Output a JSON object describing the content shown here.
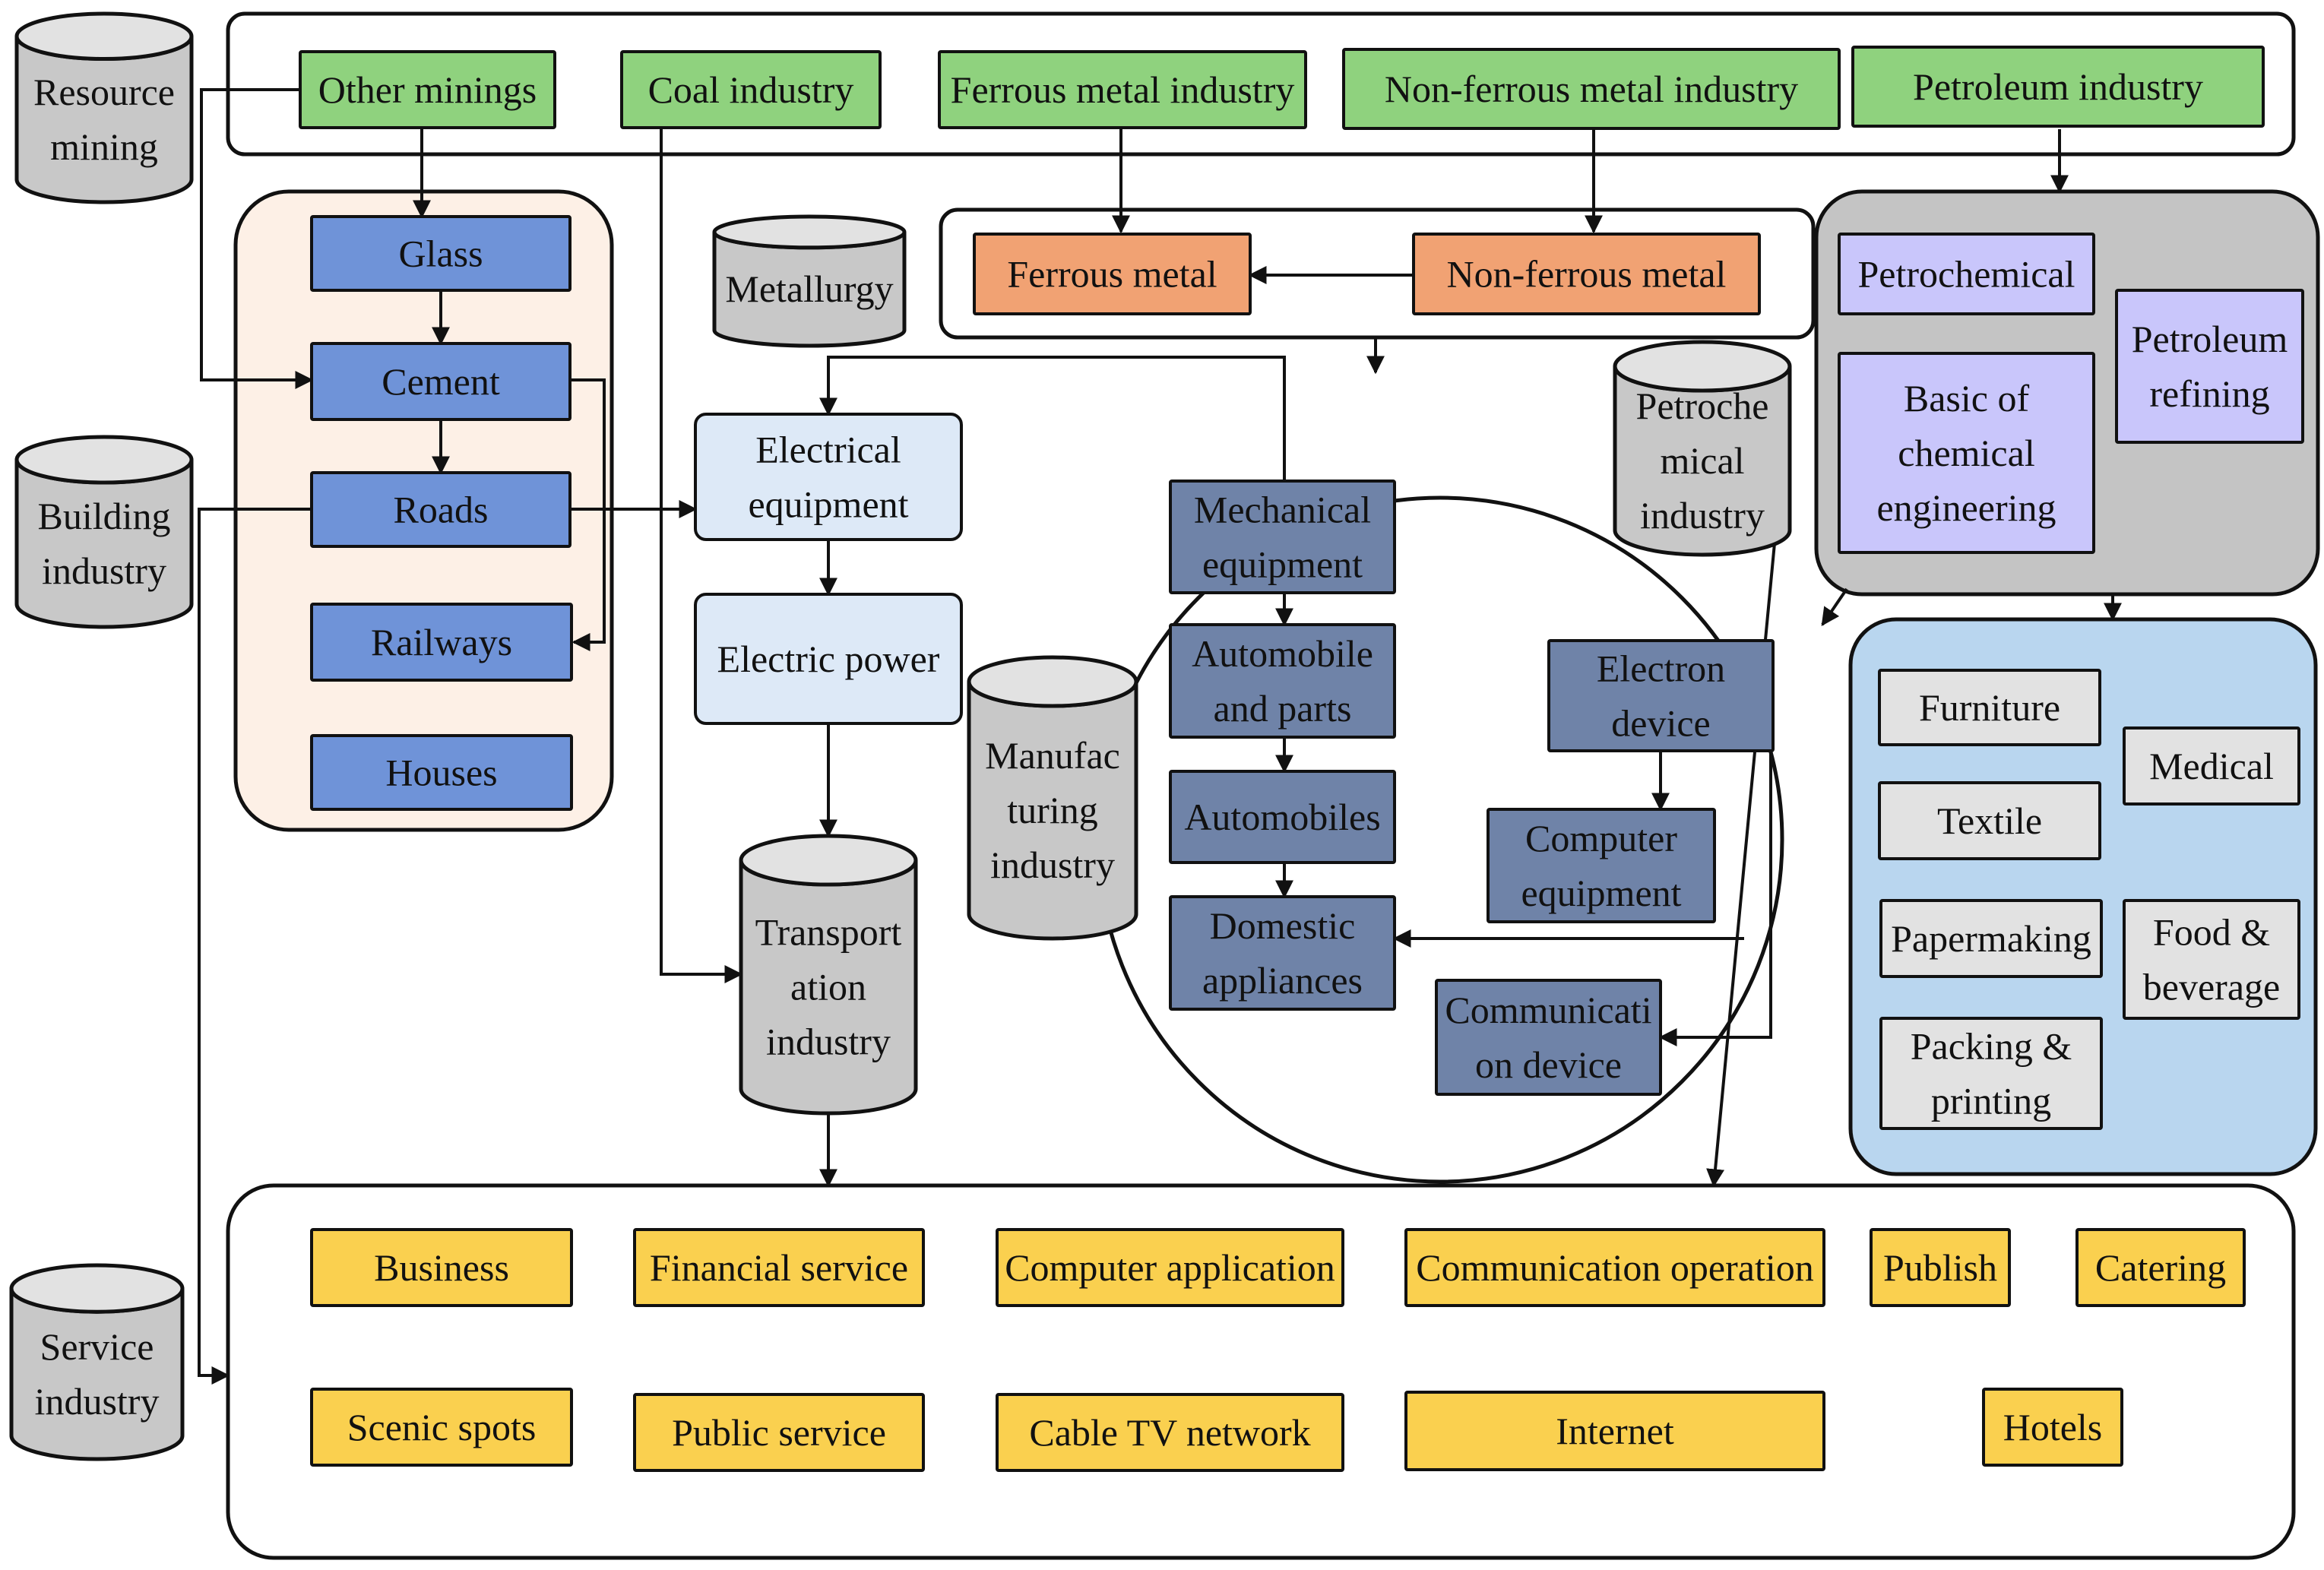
{
  "containers": {
    "top": "",
    "building": "",
    "metal": "",
    "manufacturing_circle": "",
    "petroleum": "",
    "light": "",
    "service": ""
  },
  "cylinders": {
    "resource_mining": [
      "Resource",
      "mining"
    ],
    "building_industry": [
      "Building",
      "industry"
    ],
    "service_industry": [
      "Service",
      "industry"
    ],
    "metallurgy": [
      "Metallurgy"
    ],
    "manufacturing_industry": [
      "Manufac",
      "turing",
      "industry"
    ],
    "transportation_industry": [
      "Transport",
      "ation",
      "industry"
    ],
    "petrochemical_industry": [
      "Petroche",
      "mical",
      "industry"
    ]
  },
  "mining": {
    "other_minings": [
      "Other minings"
    ],
    "coal_industry": [
      "Coal industry"
    ],
    "ferrous_metal_industry": [
      "Ferrous metal industry"
    ],
    "non_ferrous_metal_industry": [
      "Non-ferrous metal industry"
    ],
    "petroleum_industry": [
      "Petroleum industry"
    ]
  },
  "building": {
    "glass": [
      "Glass"
    ],
    "cement": [
      "Cement"
    ],
    "roads": [
      "Roads"
    ],
    "railways": [
      "Railways"
    ],
    "houses": [
      "Houses"
    ]
  },
  "metal": {
    "ferrous_metal": [
      "Ferrous metal"
    ],
    "non_ferrous_metal": [
      "Non-ferrous metal"
    ]
  },
  "energy": {
    "electrical_equipment": [
      "Electrical",
      "equipment"
    ],
    "electric_power": [
      "Electric power"
    ]
  },
  "manufacturing": {
    "mechanical_equipment": [
      "Mechanical",
      "equipment"
    ],
    "automobile_and_parts": [
      "Automobile",
      "and parts"
    ],
    "automobiles": [
      "Automobiles"
    ],
    "domestic_appliances": [
      "Domestic",
      "appliances"
    ],
    "electron_device": [
      "Electron",
      "device"
    ],
    "computer_equipment": [
      "Computer",
      "equipment"
    ],
    "communication_device": [
      "Communicati",
      "on device"
    ]
  },
  "petroleum": {
    "petrochemical": [
      "Petrochemical"
    ],
    "petroleum_refining": [
      "Petroleum",
      "refining"
    ],
    "basic_of_chemical_engineering": [
      "Basic of",
      "chemical",
      "engineering"
    ]
  },
  "light": {
    "furniture": [
      "Furniture"
    ],
    "textile": [
      "Textile"
    ],
    "papermaking": [
      "Papermaking"
    ],
    "packing_and_printing": [
      "Packing &",
      "printing"
    ],
    "medical": [
      "Medical"
    ],
    "food_and_beverage": [
      "Food &",
      "beverage"
    ]
  },
  "service": {
    "business": [
      "Business"
    ],
    "financial_service": [
      "Financial service"
    ],
    "computer_application": [
      "Computer application"
    ],
    "communication_operation": [
      "Communication operation"
    ],
    "publish": [
      "Publish"
    ],
    "catering": [
      "Catering"
    ],
    "scenic_spots": [
      "Scenic spots"
    ],
    "public_service": [
      "Public service"
    ],
    "cable_tv_network": [
      "Cable TV network"
    ],
    "internet": [
      "Internet"
    ],
    "hotels": [
      "Hotels"
    ]
  },
  "colors": {
    "mining": "#8fd27e",
    "building": "#6f93d8",
    "building_container": "#fdf0e6",
    "metal": "#f1a273",
    "energy": "#dde9f7",
    "manufacturing": "#6f83a8",
    "petroleum": "#c9c6fb",
    "petroleum_container": "#c4c4c4",
    "light": "#e2e2e2",
    "light_container": "#b9d6ef",
    "service": "#fad04f",
    "cylinder": "#c8c8c8",
    "cylinder_top": "#e2e2e2",
    "stroke": "#111111"
  }
}
